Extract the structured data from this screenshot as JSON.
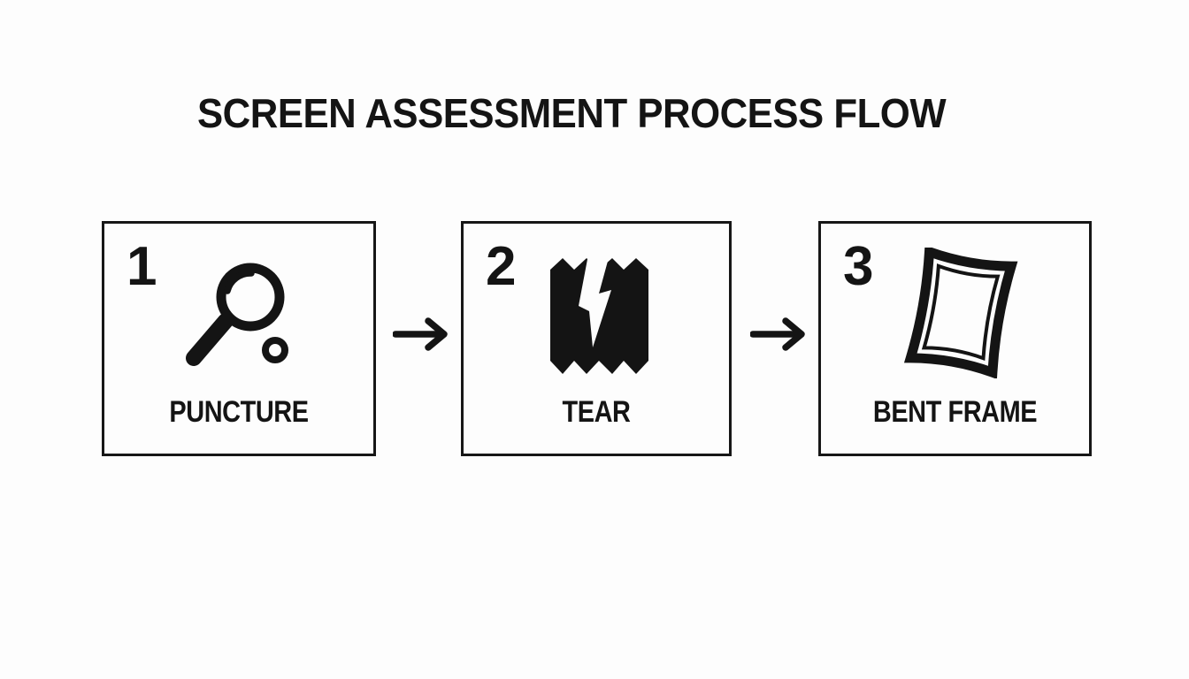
{
  "title": "SCREEN ASSESSMENT PROCESS FLOW",
  "steps": [
    {
      "number": "1",
      "label": "PUNCTURE",
      "icon": "magnifier-search-icon"
    },
    {
      "number": "2",
      "label": "TEAR",
      "icon": "torn-material-icon"
    },
    {
      "number": "3",
      "label": "BENT FRAME",
      "icon": "bent-frame-icon"
    }
  ],
  "connectors": [
    {
      "type": "arrow-right"
    },
    {
      "type": "arrow-right"
    }
  ],
  "colors": {
    "ink": "#141414",
    "background": "#fdfdfd",
    "box_border": "#171717"
  }
}
